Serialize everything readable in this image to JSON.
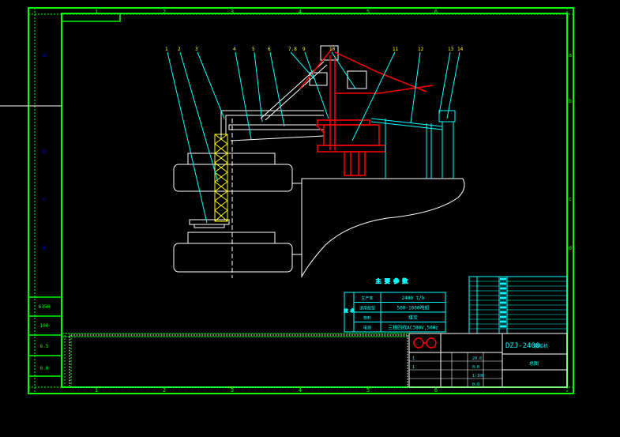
{
  "colors": {
    "frame": "#00ff00",
    "outline": "#ffffff",
    "leader": "#00ffff",
    "machine": "#ff0000",
    "tower": "#ffff00",
    "legend": "#0000ff",
    "table": "#00ffff"
  },
  "frame": {
    "zone_numbers_top": [
      "1",
      "2",
      "3",
      "4",
      "5",
      "6"
    ],
    "zone_numbers_bottom": [
      "1",
      "2",
      "3",
      "4",
      "5",
      "6"
    ],
    "zone_letters_left": [
      "a",
      "b",
      "c",
      "d"
    ],
    "zone_letters_right": [
      "a",
      "b",
      "c",
      "d"
    ],
    "left_strip_labels": [
      "6350",
      "100",
      "6.5",
      "0.0"
    ]
  },
  "part_callouts": [
    "1",
    "2",
    "3",
    "4",
    "5",
    "6",
    "7.8",
    "9",
    "10",
    "11",
    "12",
    "13",
    "14"
  ],
  "tech_params": {
    "title": "主 要 参 数",
    "side_label": "技 术",
    "rows": [
      {
        "name": "生产率",
        "value": "2400 t/h"
      },
      {
        "name": "适用船型",
        "value": "500-1000吨船"
      },
      {
        "name": "物料",
        "value": "煤炭"
      },
      {
        "name": "电源",
        "value": "三相四线AC380V,50Hz"
      }
    ]
  },
  "title_block": {
    "model": "DZJ-2400",
    "model_suffix": "装船机",
    "drawing_name": "总图",
    "sheet_labels": [
      "1",
      "1"
    ],
    "small_labels": [
      "20.0",
      "0.0",
      "1:100",
      "0.0"
    ]
  }
}
